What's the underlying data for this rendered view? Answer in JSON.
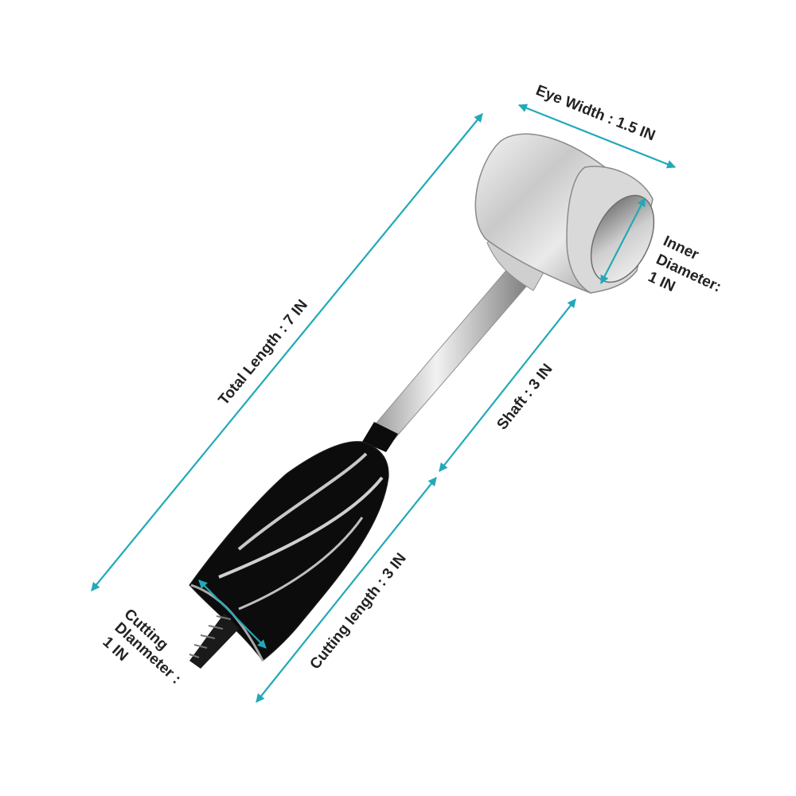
{
  "colors": {
    "dimension_line": "#21a9b8",
    "label_text": "#222222",
    "steel_light": "#eeeeee",
    "steel_dark": "#7a7a7a",
    "bit_black": "#0c0c0c"
  },
  "dimensions": {
    "eye_width": "Eye Width : 1.5 IN",
    "total_length": "Total Length : 7 IN",
    "inner_diameter_line1": "Inner",
    "inner_diameter_line2": "Diameter:",
    "inner_diameter_line3": "1 IN",
    "shaft": "Shaft : 3 IN",
    "cutting_length": "Cutting length : 3 IN",
    "cutting_diameter_line1": "Cutting",
    "cutting_diameter_line2": "Dlanmeter :",
    "cutting_diameter_line3": "1 IN"
  }
}
